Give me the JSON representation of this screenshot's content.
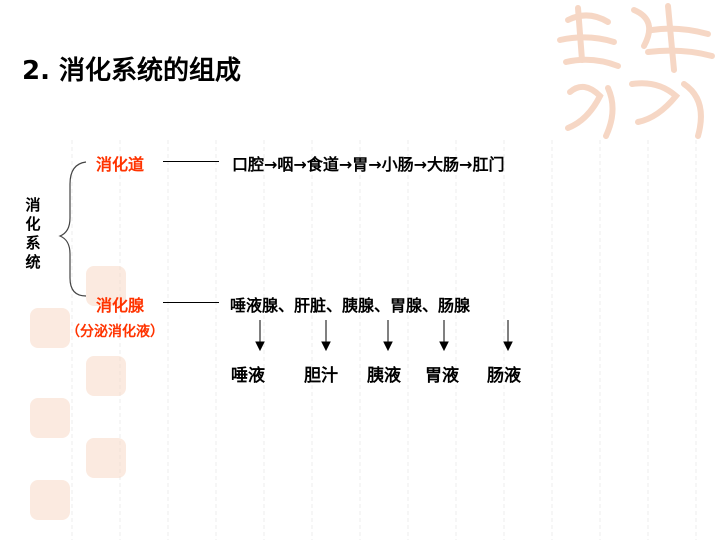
{
  "title": "2. 消化系统的组成",
  "system_label": [
    "消",
    "化",
    "系",
    "统"
  ],
  "tract": {
    "label": "消化道",
    "path": "口腔→咽→食道→胃→小肠→大肠→肛门"
  },
  "glands": {
    "label": "消化腺",
    "note": "（分泌消化液）",
    "list": "唾液腺、肝脏、胰腺、胃腺、肠腺",
    "secretions": [
      "唾液",
      "胆汁",
      "胰液",
      "胃液",
      "肠液"
    ]
  },
  "colors": {
    "accent": "#ff3300",
    "decor": "#f3c7ad"
  }
}
